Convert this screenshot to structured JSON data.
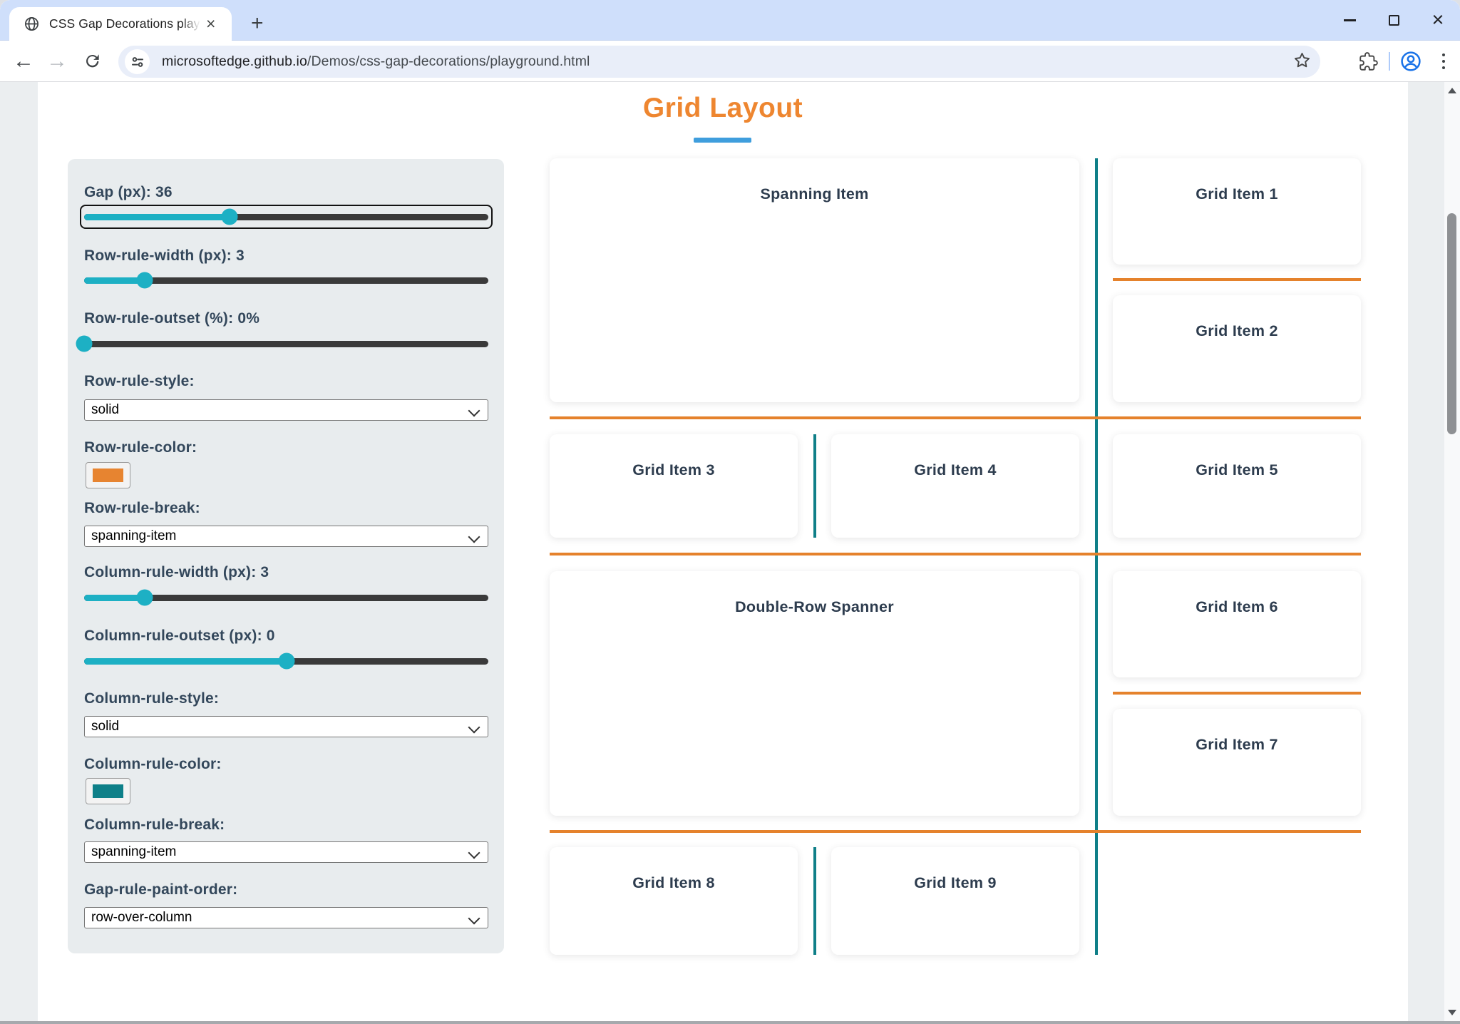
{
  "colors": {
    "accent_orange": "#ee8630",
    "underline_blue": "#3f9edd",
    "row_rule": "#e5822c",
    "column_rule": "#0f7f88",
    "slider_fill": "#1db0c4",
    "slider_track": "#3a3a3a"
  },
  "browser": {
    "tab": {
      "title": "CSS Gap Decorations playgroun",
      "close": "×"
    },
    "new_tab": "+",
    "window_close": "×",
    "url_domain": "microsoftedge.github.io",
    "url_path": "/Demos/css-gap-decorations/playground.html",
    "icons": {
      "back": "←",
      "forward": "→"
    }
  },
  "page": {
    "title": "Grid Layout"
  },
  "panel": {
    "gap": {
      "label": "Gap (px): 36",
      "percent": 36
    },
    "row_rule_width": {
      "label": "Row-rule-width (px): 3",
      "percent": 15
    },
    "row_rule_outset": {
      "label": "Row-rule-outset (%): 0%",
      "percent": 0
    },
    "row_rule_style": {
      "label": "Row-rule-style:",
      "value": "solid"
    },
    "row_rule_color": {
      "label": "Row-rule-color:",
      "value": "#e78430"
    },
    "row_rule_break": {
      "label": "Row-rule-break:",
      "value": "spanning-item"
    },
    "column_rule_width": {
      "label": "Column-rule-width (px): 3",
      "percent": 15
    },
    "column_rule_outset": {
      "label": "Column-rule-outset (px): 0",
      "percent": 50
    },
    "column_rule_style": {
      "label": "Column-rule-style:",
      "value": "solid"
    },
    "column_rule_color": {
      "label": "Column-rule-color:",
      "value": "#0f8089"
    },
    "column_rule_break": {
      "label": "Column-rule-break:",
      "value": "spanning-item"
    },
    "gap_rule_paint_order": {
      "label": "Gap-rule-paint-order:",
      "value": "row-over-column"
    }
  },
  "grid": {
    "items": [
      {
        "label": "Spanning Item"
      },
      {
        "label": "Grid Item 1"
      },
      {
        "label": "Grid Item 2"
      },
      {
        "label": "Grid Item 3"
      },
      {
        "label": "Grid Item 4"
      },
      {
        "label": "Grid Item 5"
      },
      {
        "label": "Double-Row Spanner"
      },
      {
        "label": "Grid Item 6"
      },
      {
        "label": "Grid Item 7"
      },
      {
        "label": "Grid Item 8"
      },
      {
        "label": "Grid Item 9"
      }
    ]
  }
}
